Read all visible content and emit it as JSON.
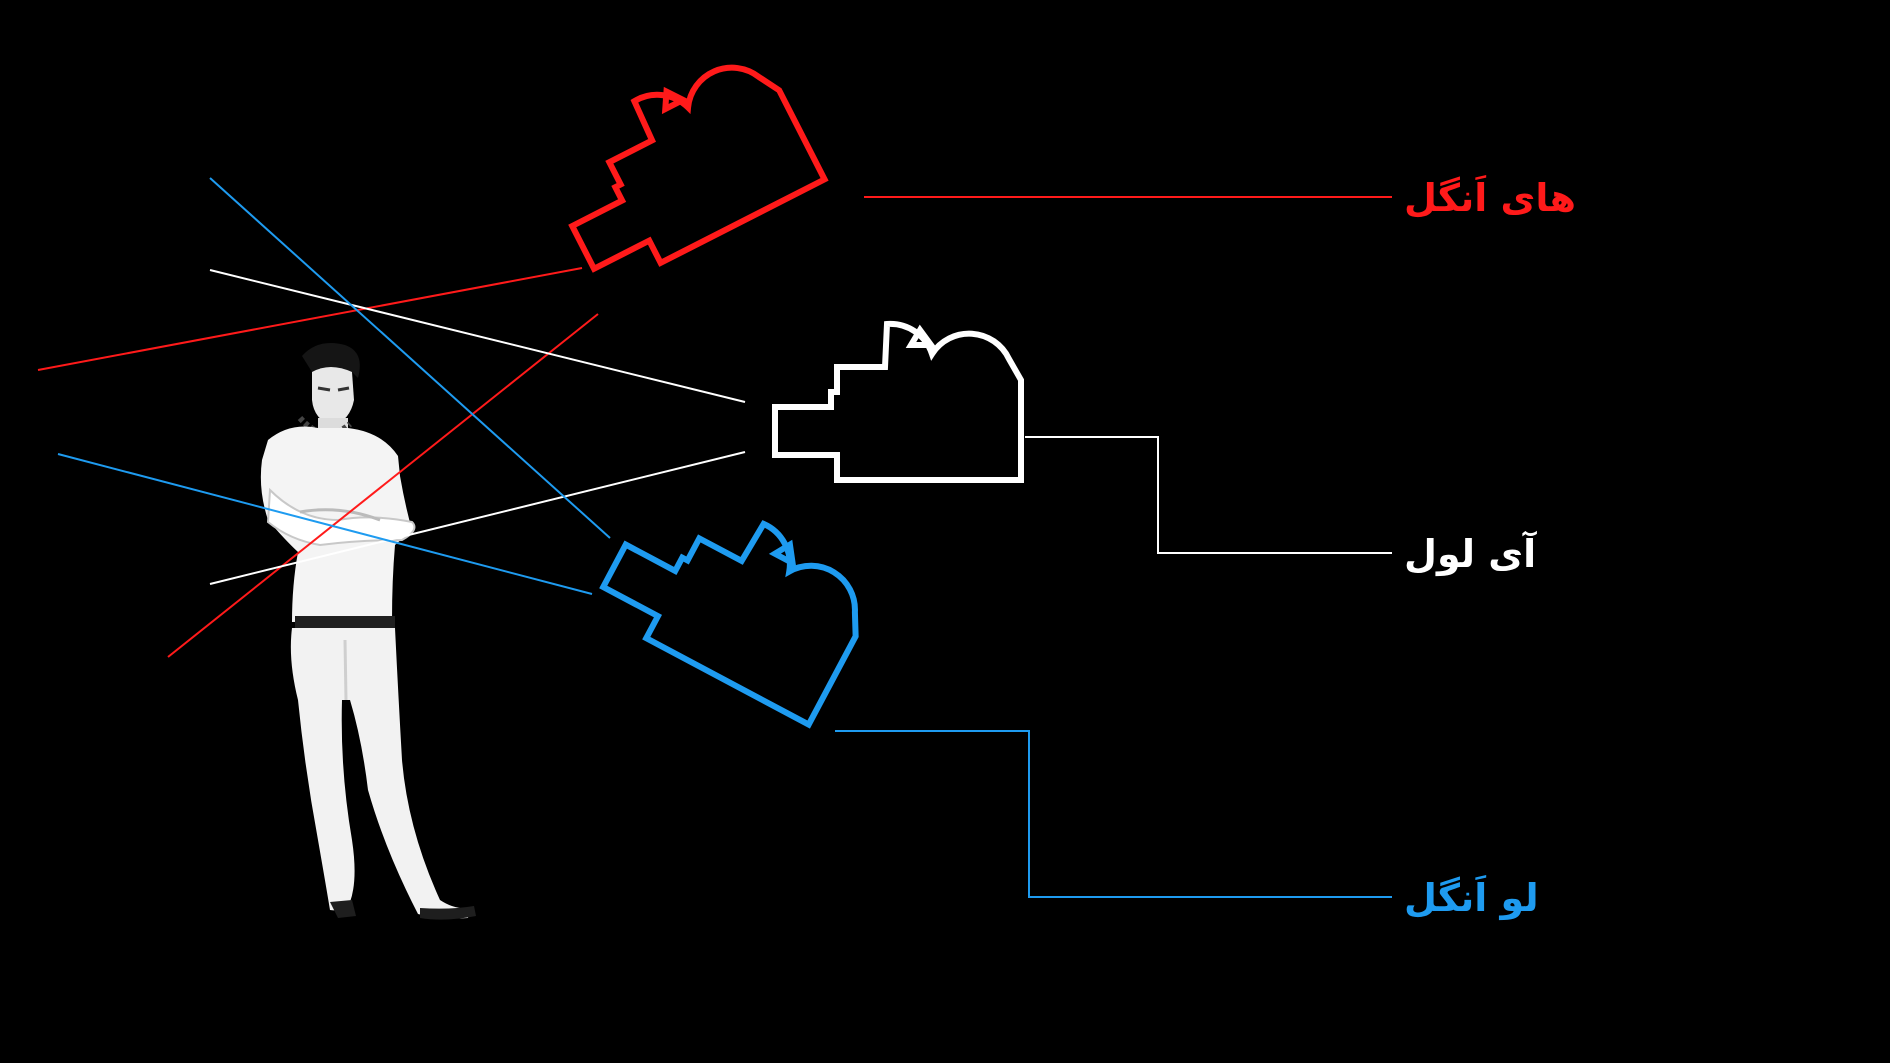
{
  "colors": {
    "background": "#000000",
    "high_angle": "#ff1a1a",
    "eye_level": "#ffffff",
    "low_angle": "#1e9bf0"
  },
  "labels": {
    "high_angle": "های اَنگل",
    "eye_level": "آی لول",
    "low_angle": "لو اَنگل"
  },
  "icons": {
    "camera": "movie-camera-icon",
    "subject": "person-figure"
  }
}
